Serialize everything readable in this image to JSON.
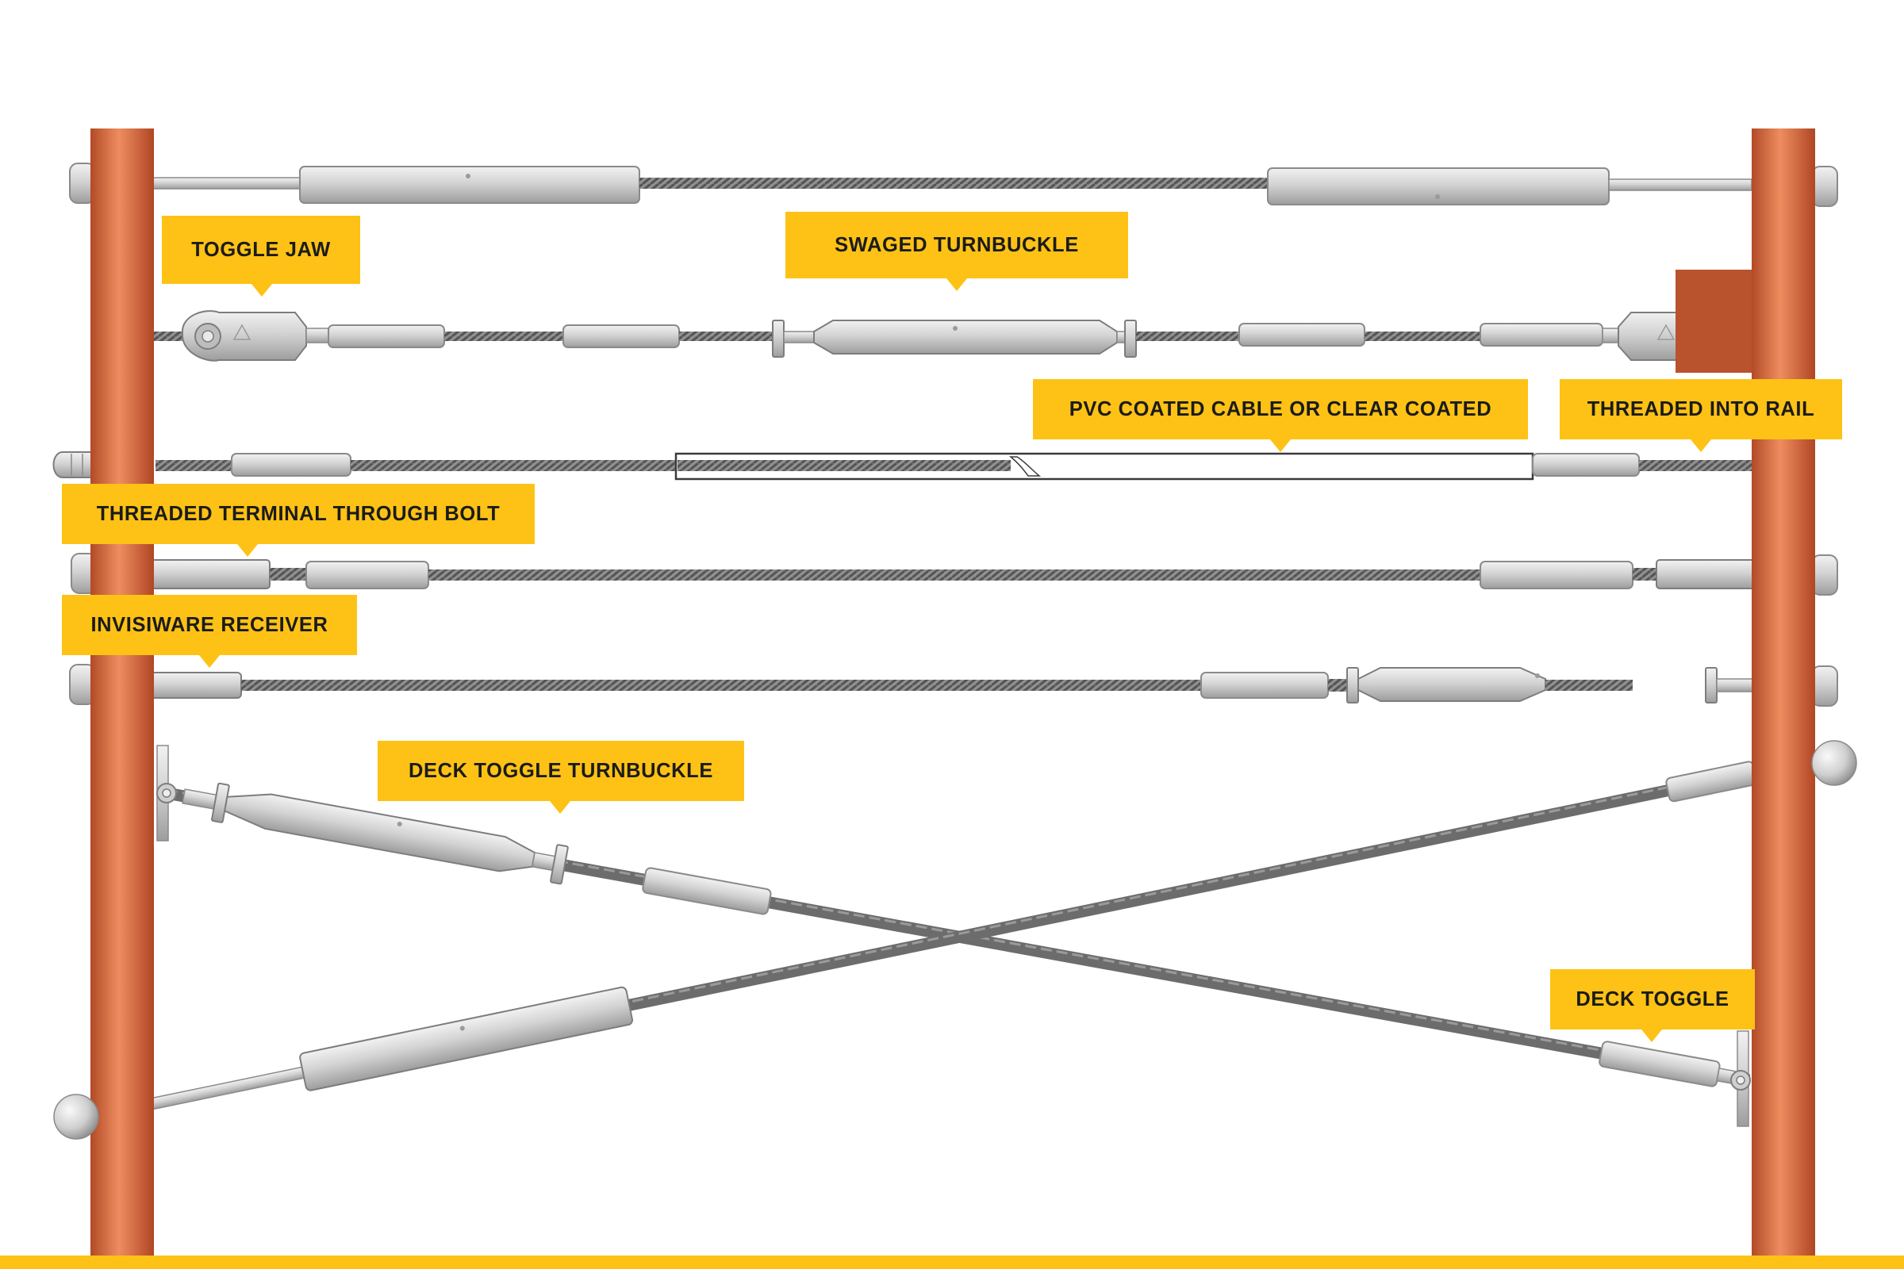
{
  "colors": {
    "post": "#c4572f",
    "post_highlight": "#ec8b5e",
    "cable": "#747474",
    "fitting": "#dcdcdc",
    "callout": "#fdc215",
    "callout_text": "#1b1b1b"
  },
  "labels": {
    "toggle_jaw": "TOGGLE JAW",
    "swaged_turnbuckle": "SWAGED TURNBUCKLE",
    "pvc_coated": "PVC COATED CABLE OR CLEAR COATED",
    "threaded_into_rail": "THREADED INTO RAIL",
    "threaded_terminal_through_bolt": "THREADED TERMINAL THROUGH BOLT",
    "invisiware_receiver": "INVISIWARE RECEIVER",
    "deck_toggle_turnbuckle": "DECK TOGGLE TURNBUCKLE",
    "deck_toggle": "DECK TOGGLE"
  }
}
